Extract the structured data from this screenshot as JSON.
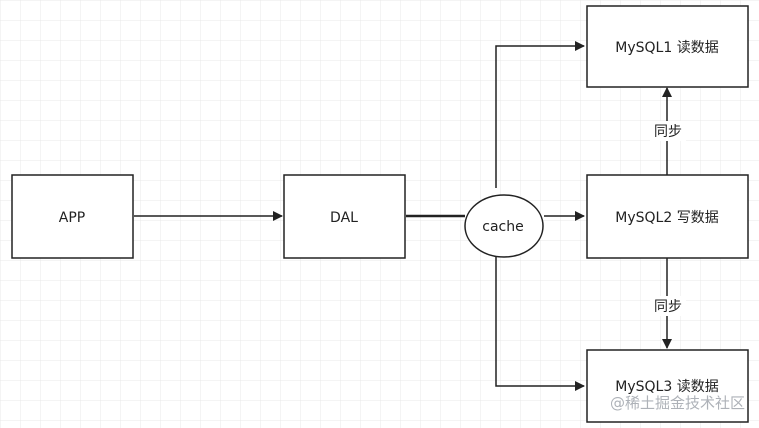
{
  "nodes": {
    "app": "APP",
    "dal": "DAL",
    "cache": "cache",
    "mysql1": "MySQL1 读数据",
    "mysql2": "MySQL2 写数据",
    "mysql3": "MySQL3 读数据"
  },
  "edges": {
    "sync_up": "同步",
    "sync_down": "同步"
  },
  "watermark": "@稀土掘金技术社区",
  "colors": {
    "stroke": "#222222",
    "grid": "#e6e6e6",
    "background": "#ffffff"
  }
}
